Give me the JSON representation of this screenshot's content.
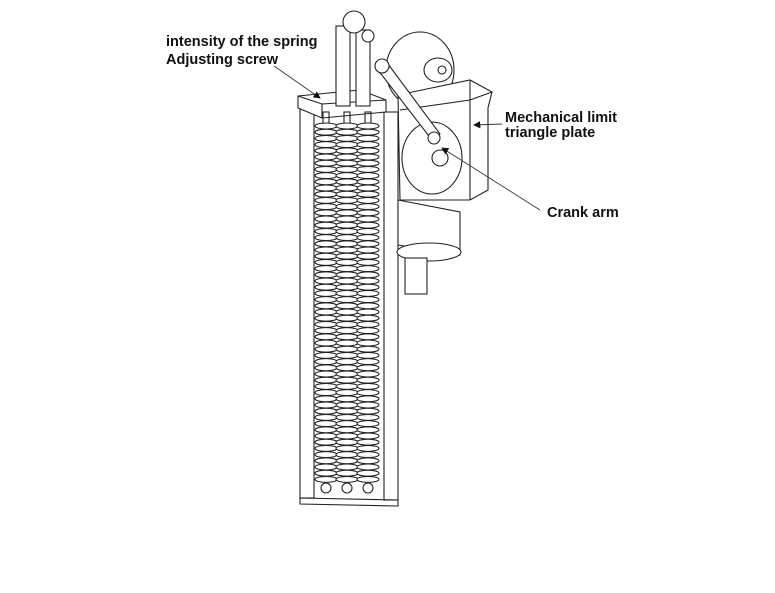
{
  "labels": {
    "spring_intensity": "intensity of the spring",
    "adjusting_screw": "Adjusting screw",
    "mechanical_limit": "Mechanical limit",
    "triangle_plate": "triangle plate",
    "crank_arm": "Crank arm"
  },
  "colors": {
    "line": "#222222",
    "text": "#111111"
  }
}
